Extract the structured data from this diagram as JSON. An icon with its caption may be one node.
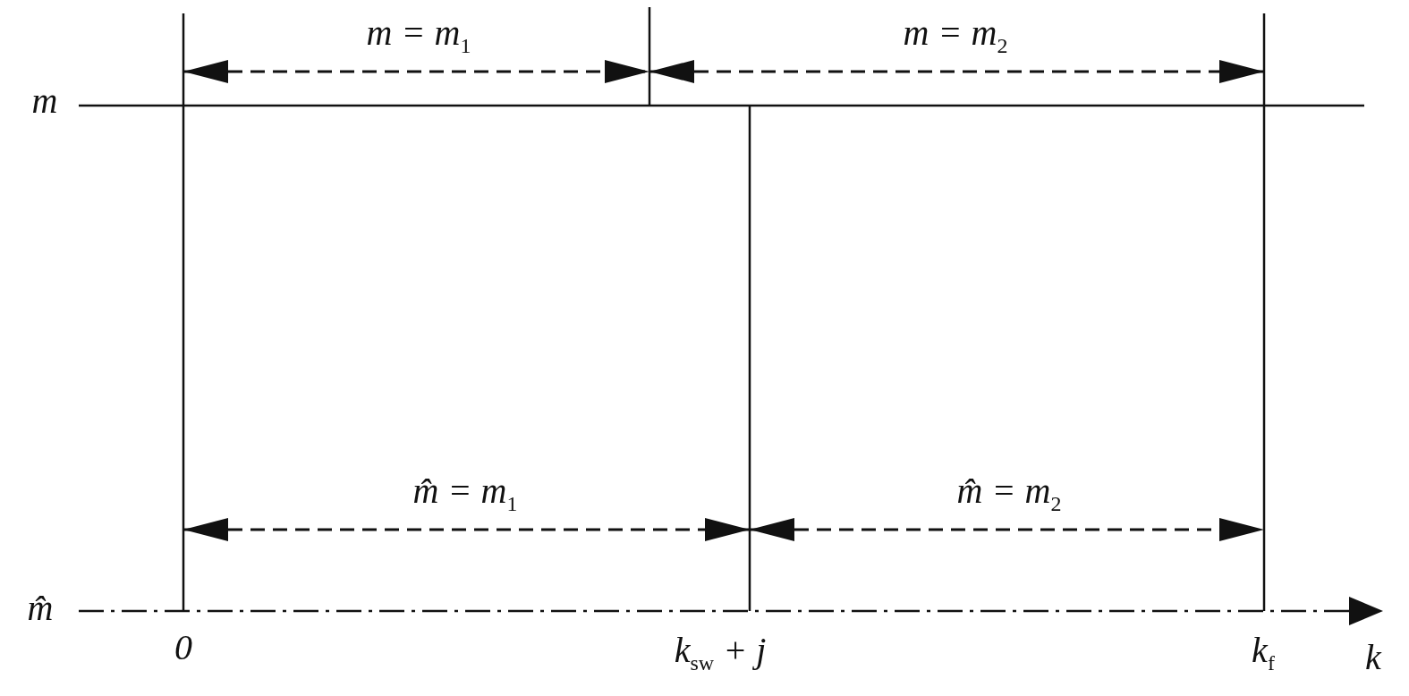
{
  "diagram": {
    "labels": [
      "m",
      "m = m$_{1}$",
      "m = m$_{2}$",
      "m̂ = m$_{1}$",
      "m̂ = m$_{2}$",
      "m̂",
      "0",
      "k$_{sw}$ + j",
      "k$_{f}$",
      "k"
    ]
  }
}
